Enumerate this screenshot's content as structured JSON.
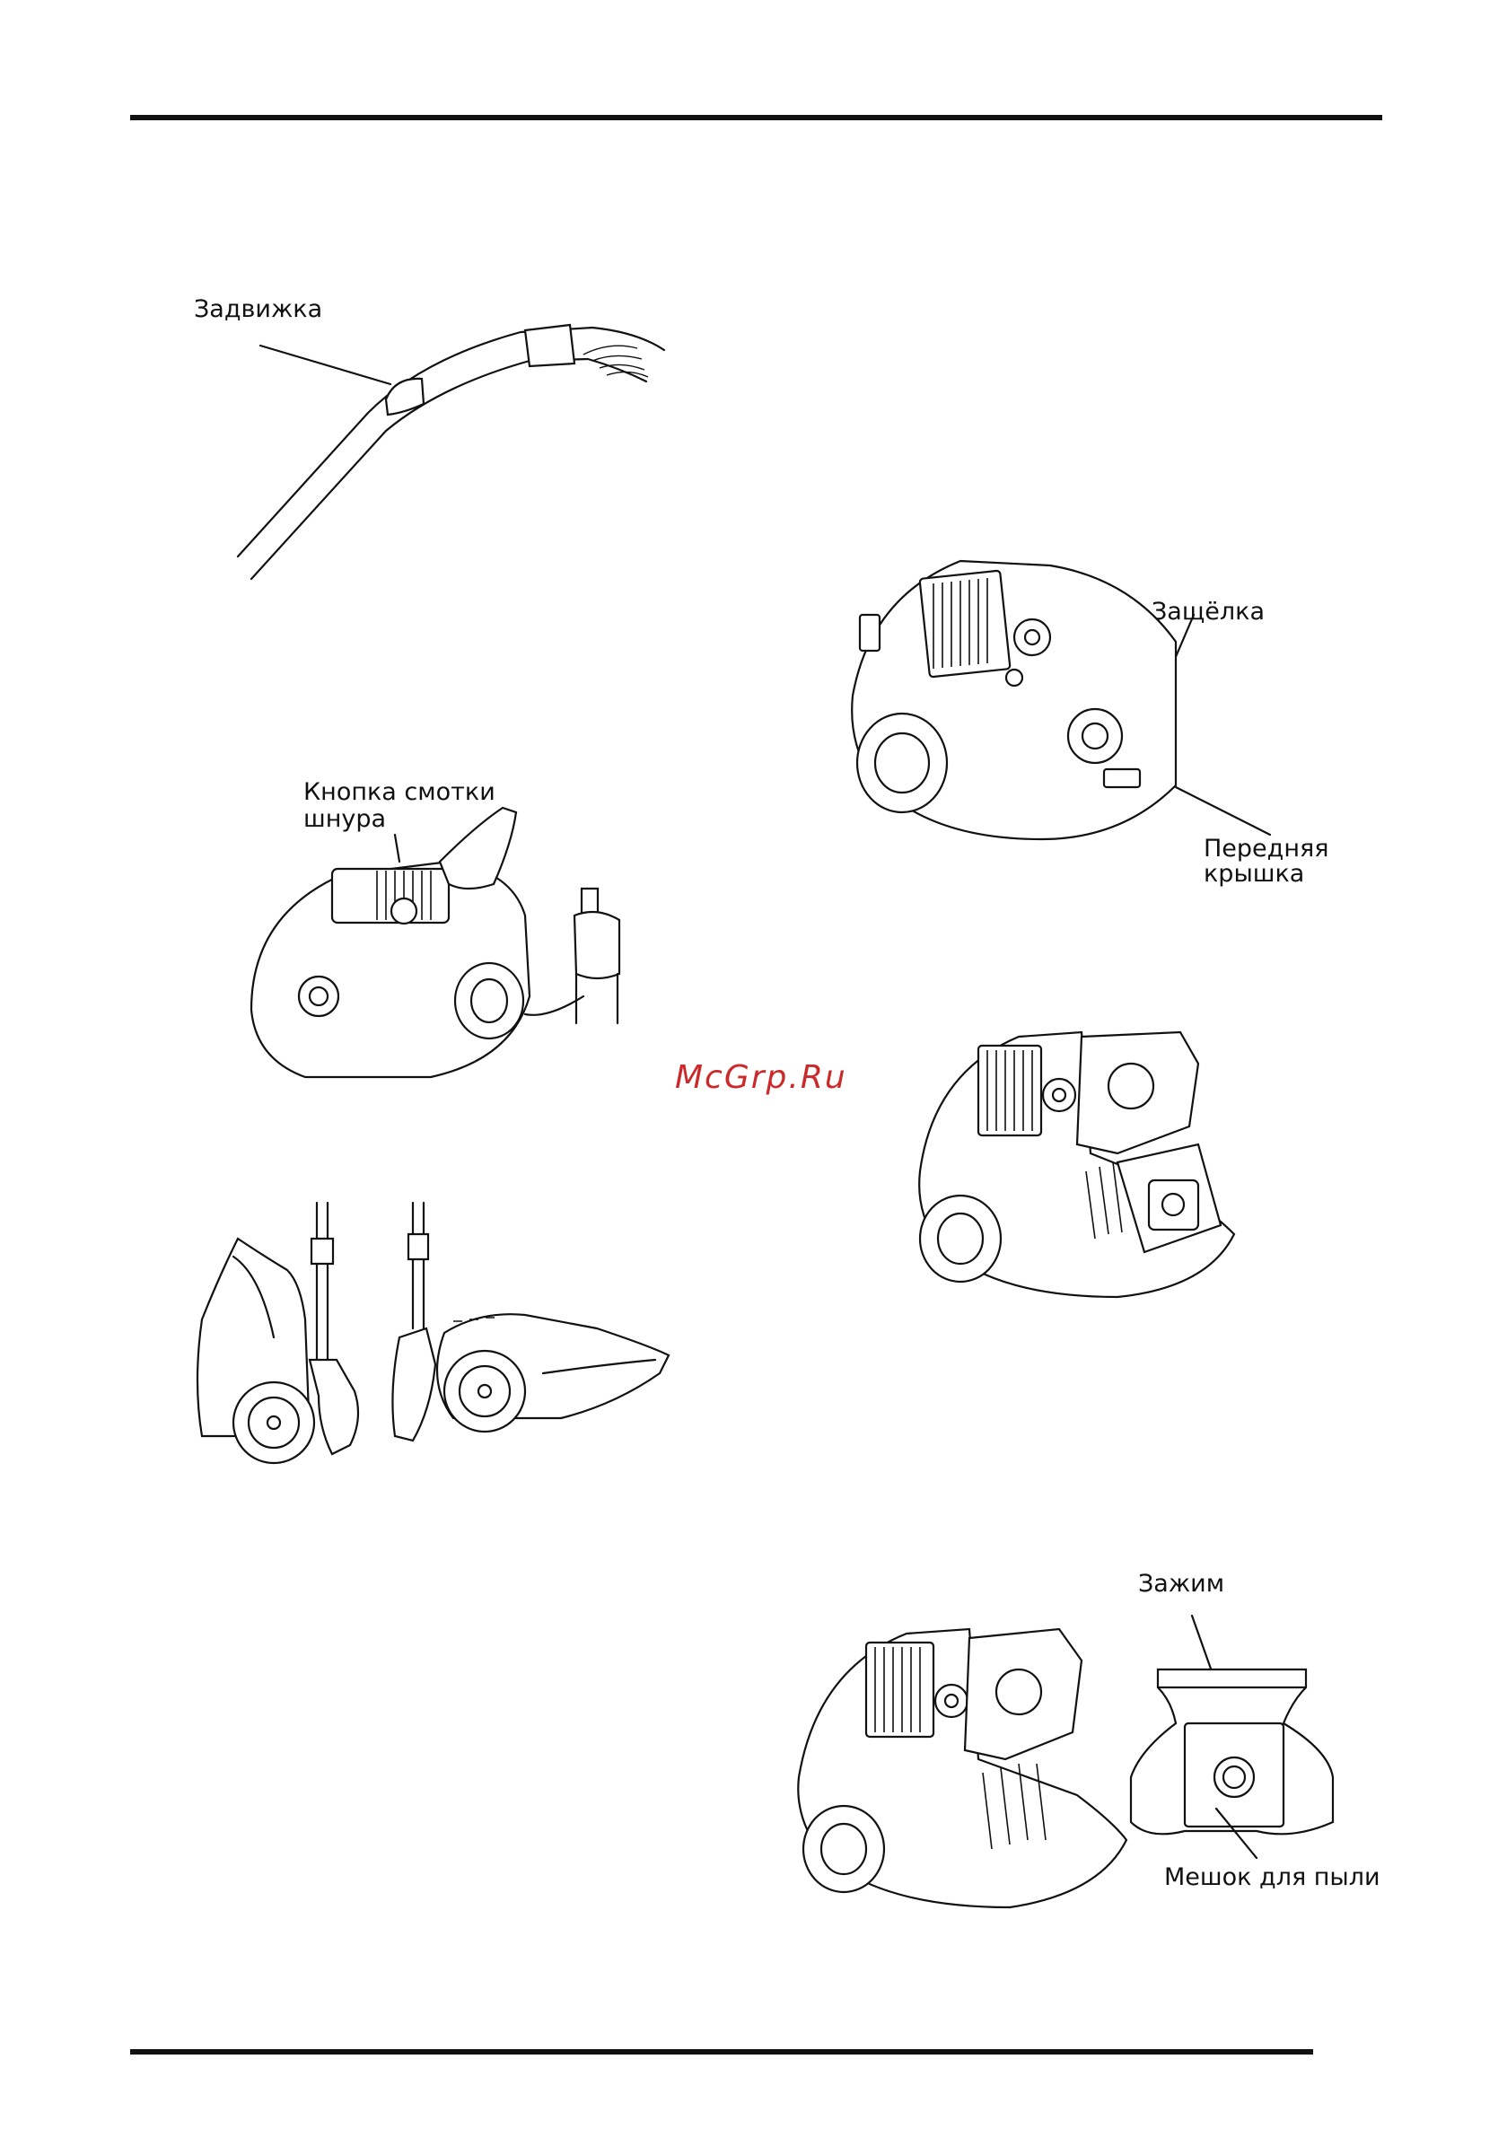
{
  "labels": {
    "latch_handle": "Задвижка",
    "cord_button": "Кнопка смотки шнура",
    "lock": "Защёлка",
    "front_cover": "Передняя крышка",
    "clip": "Зажим",
    "dust_bag": "Мешок для пыли"
  },
  "watermark": "McGrp.Ru",
  "colors": {
    "watermark": "#cc2a2a",
    "ink": "#111111"
  }
}
